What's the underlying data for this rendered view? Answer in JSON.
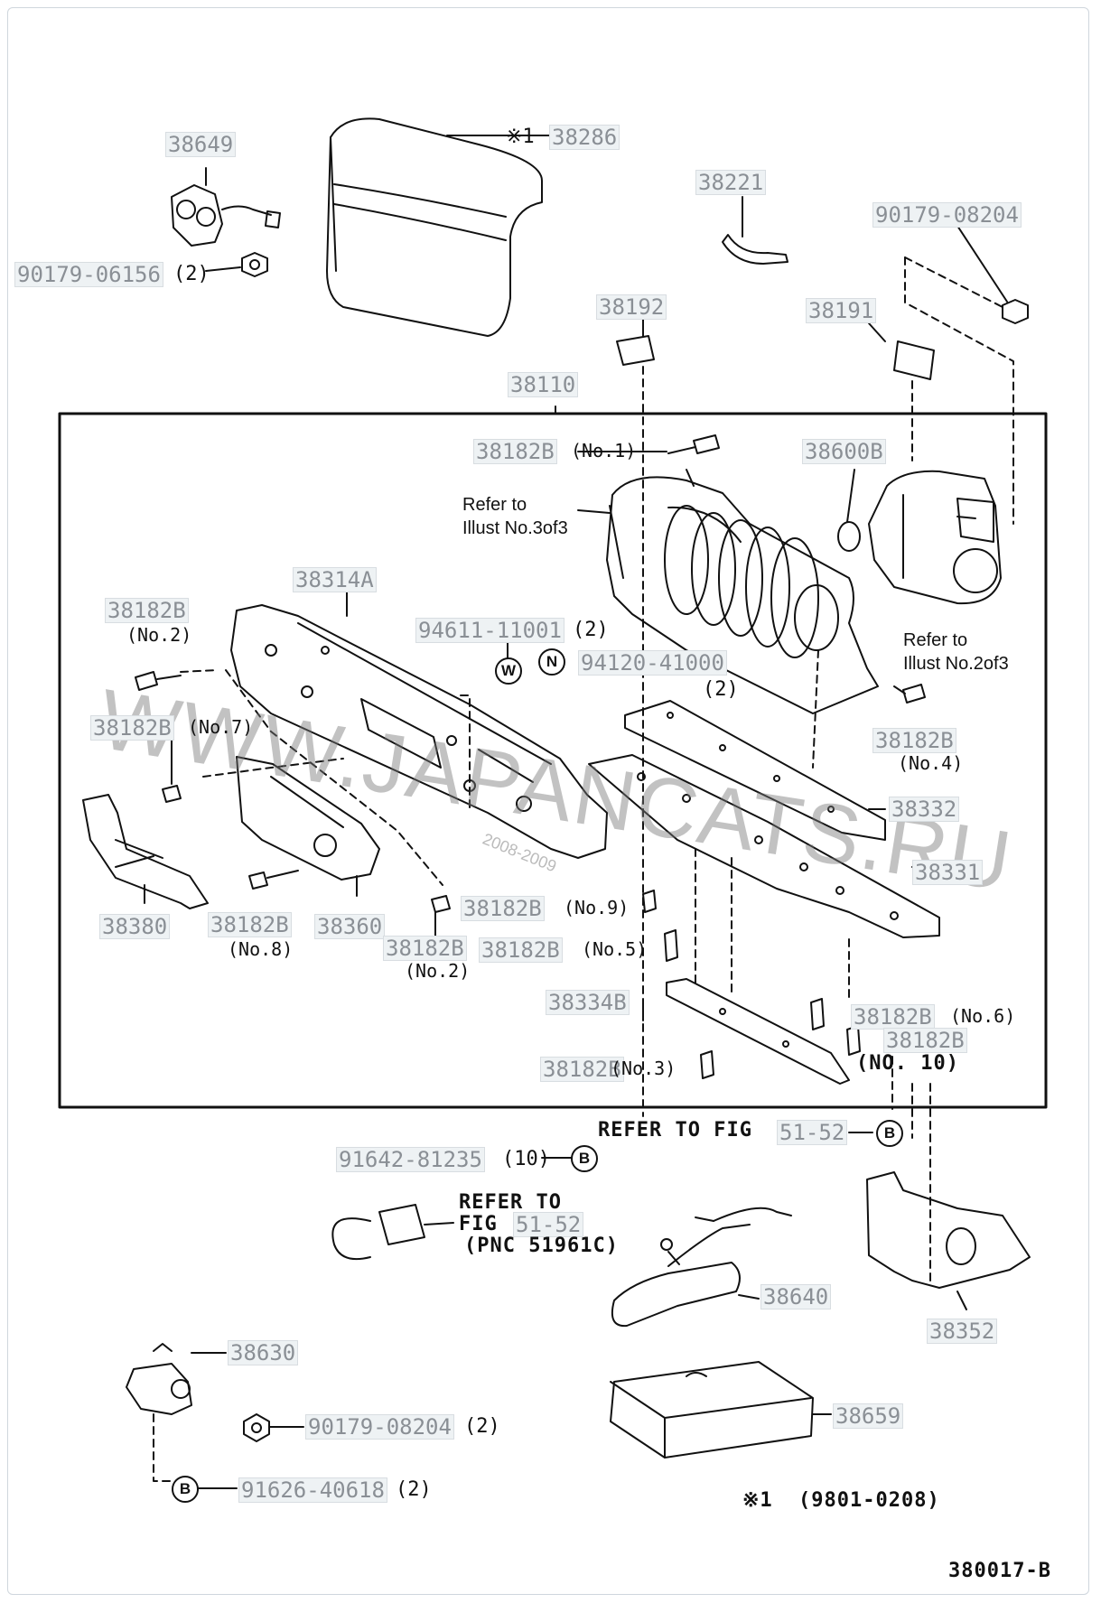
{
  "diagram": {
    "code": "380017-B",
    "date_range_marker": "※1",
    "date_range": "(9801-0208)",
    "watermark": "WWW.JAPANCATS.RU",
    "watermark_small": "2008-2009",
    "refer_illust_3": [
      "Refer to",
      "Illust No.3of3"
    ],
    "refer_illust_2": [
      "Refer to",
      "Illust No.2of3"
    ],
    "refer_fig_b_prefix": "REFER TO FIG",
    "refer_fig_b_num": "51-52",
    "refer_fig_hook": [
      "REFER TO",
      "FIG",
      "51-52",
      "(PNC 51961C)"
    ],
    "circle_b": "B",
    "circle_n": "N",
    "circle_w": "W"
  },
  "parts": {
    "p38649": "38649",
    "p38286_marker": "※1",
    "p38286": "38286",
    "p38221": "38221",
    "p90179_08204_top": "90179-08204",
    "p90179_06156": "90179-06156",
    "p90179_06156_qty": "(2)",
    "p38192": "38192",
    "p38191": "38191",
    "p38110": "38110",
    "p38182B_no1": "38182B",
    "no1": "(No.1)",
    "p38600B": "38600B",
    "p38314A": "38314A",
    "p38182B_no2a": "38182B",
    "no2a": "(No.2)",
    "p94611": "94611-11001",
    "p94611_qty": "(2)",
    "p94120": "94120-41000",
    "p94120_qty": "(2)",
    "p38182B_no7": "38182B",
    "no7": "(No.7)",
    "p38182B_no4": "38182B",
    "no4": "(No.4)",
    "p38332": "38332",
    "p38331": "38331",
    "p38380": "38380",
    "p38182B_no8": "38182B",
    "no8": "(No.8)",
    "p38360": "38360",
    "p38182B_no9": "38182B",
    "no9": "(No.9)",
    "p38182B_no2b": "38182B",
    "no2b": "(No.2)",
    "p38182B_no5": "38182B",
    "no5": "(No.5)",
    "p38334B": "38334B",
    "p38182B_no6": "38182B",
    "no6": "(No.6)",
    "p38182B_no10": "38182B",
    "no10": "(NO. 10)",
    "p38182B_no3": "38182B",
    "no3": "(No.3)",
    "p91642": "91642-81235",
    "p91642_qty": "(10)",
    "p38640": "38640",
    "p38352": "38352",
    "p38630": "38630",
    "p90179_08204_bot": "90179-08204",
    "p90179_08204_bot_qty": "(2)",
    "p38659": "38659",
    "p91626": "91626-40618",
    "p91626_qty": "(2)"
  }
}
